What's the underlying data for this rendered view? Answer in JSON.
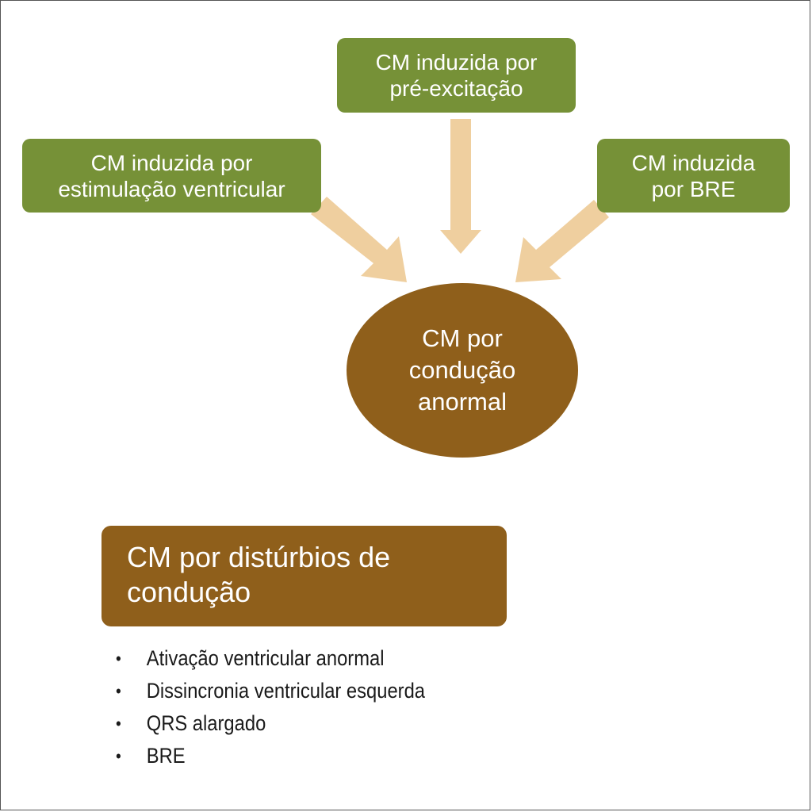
{
  "colors": {
    "green_box": "#769137",
    "brown_box": "#8f5f1b",
    "arrow": "#efcf9f",
    "text_light": "#ffffff",
    "text_dark": "#1a1a1a"
  },
  "sources": [
    {
      "id": "top",
      "lines": [
        "CM induzida por",
        "pré-excitação"
      ]
    },
    {
      "id": "left",
      "lines": [
        "CM induzida por",
        "estimulação ventricular"
      ]
    },
    {
      "id": "right",
      "lines": [
        "CM induzida",
        "por BRE"
      ]
    }
  ],
  "center": {
    "lines": [
      "CM por",
      "condução",
      "anormal"
    ]
  },
  "summary": {
    "title_lines": [
      "CM por distúrbios de",
      "condução"
    ],
    "bullet_symbol": "•",
    "bullets": [
      "Ativação ventricular anormal",
      "Dissincronia ventricular esquerda",
      "QRS alargado",
      "BRE"
    ]
  }
}
